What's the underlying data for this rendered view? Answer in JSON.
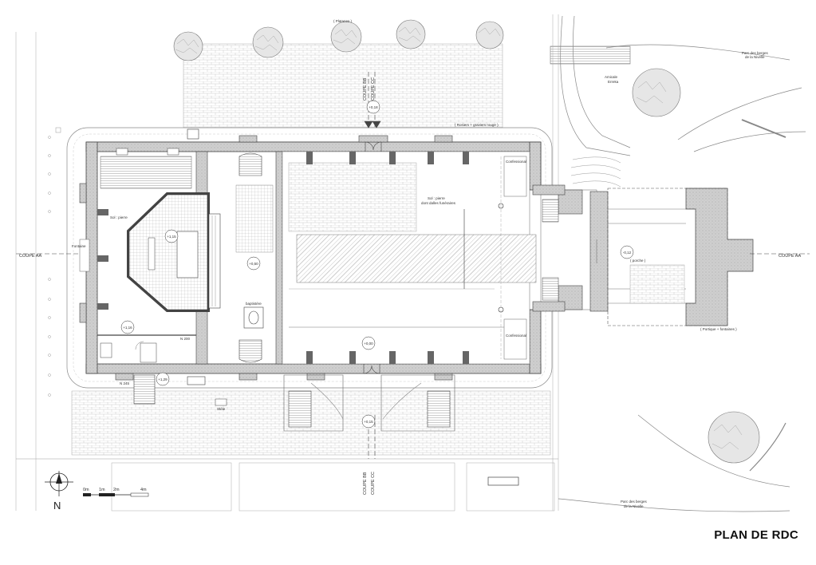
{
  "title": "PLAN DE RDC",
  "sections": {
    "aa_left": "COUPE AA",
    "aa_right": "COUPE AA",
    "bb_top": "COUPE BB",
    "cc_top": "COUPE CC",
    "bb_bottom": "COUPE BB",
    "cc_bottom": "COUPE CC"
  },
  "labels": {
    "platanes": "( Platanes )",
    "amicale": "Amicale",
    "amicale2": "Erreka",
    "parc_top_1": "Parc des berges",
    "parc_top_2": "de la Nivelle",
    "parc_bottom_1": "Parc des berges",
    "parc_bottom_2": "de la Nivelle",
    "sol_pierre_left": "Sol : pierre",
    "sol_pierre_nave_1": "Sol : pierre",
    "sol_pierre_nave_2": "dont dalles funéraires",
    "baptistere": "baptistère",
    "confessional_top": "Confessional",
    "confessional_bottom": "Confessional",
    "porche": "( porche )",
    "fontaine": "Fontaine",
    "rosiers": "( Rosiers + graviers rouge )",
    "portique": "( Portique + fontaines )",
    "stele": "Stèle",
    "niv_200": "N 200",
    "niv_245": "N 245"
  },
  "levels": {
    "choir": "+1,15",
    "baptistery": "+0,50",
    "sacristy": "+1,16",
    "stair": "+1,29",
    "north_door": "+0,18",
    "nave_entry": "+0,00",
    "south_door": "+0,15",
    "porch": "-0,12"
  },
  "scale": {
    "t0": "0m",
    "t1": "1m",
    "t2": "2m",
    "t4": "4m"
  },
  "north": "N"
}
